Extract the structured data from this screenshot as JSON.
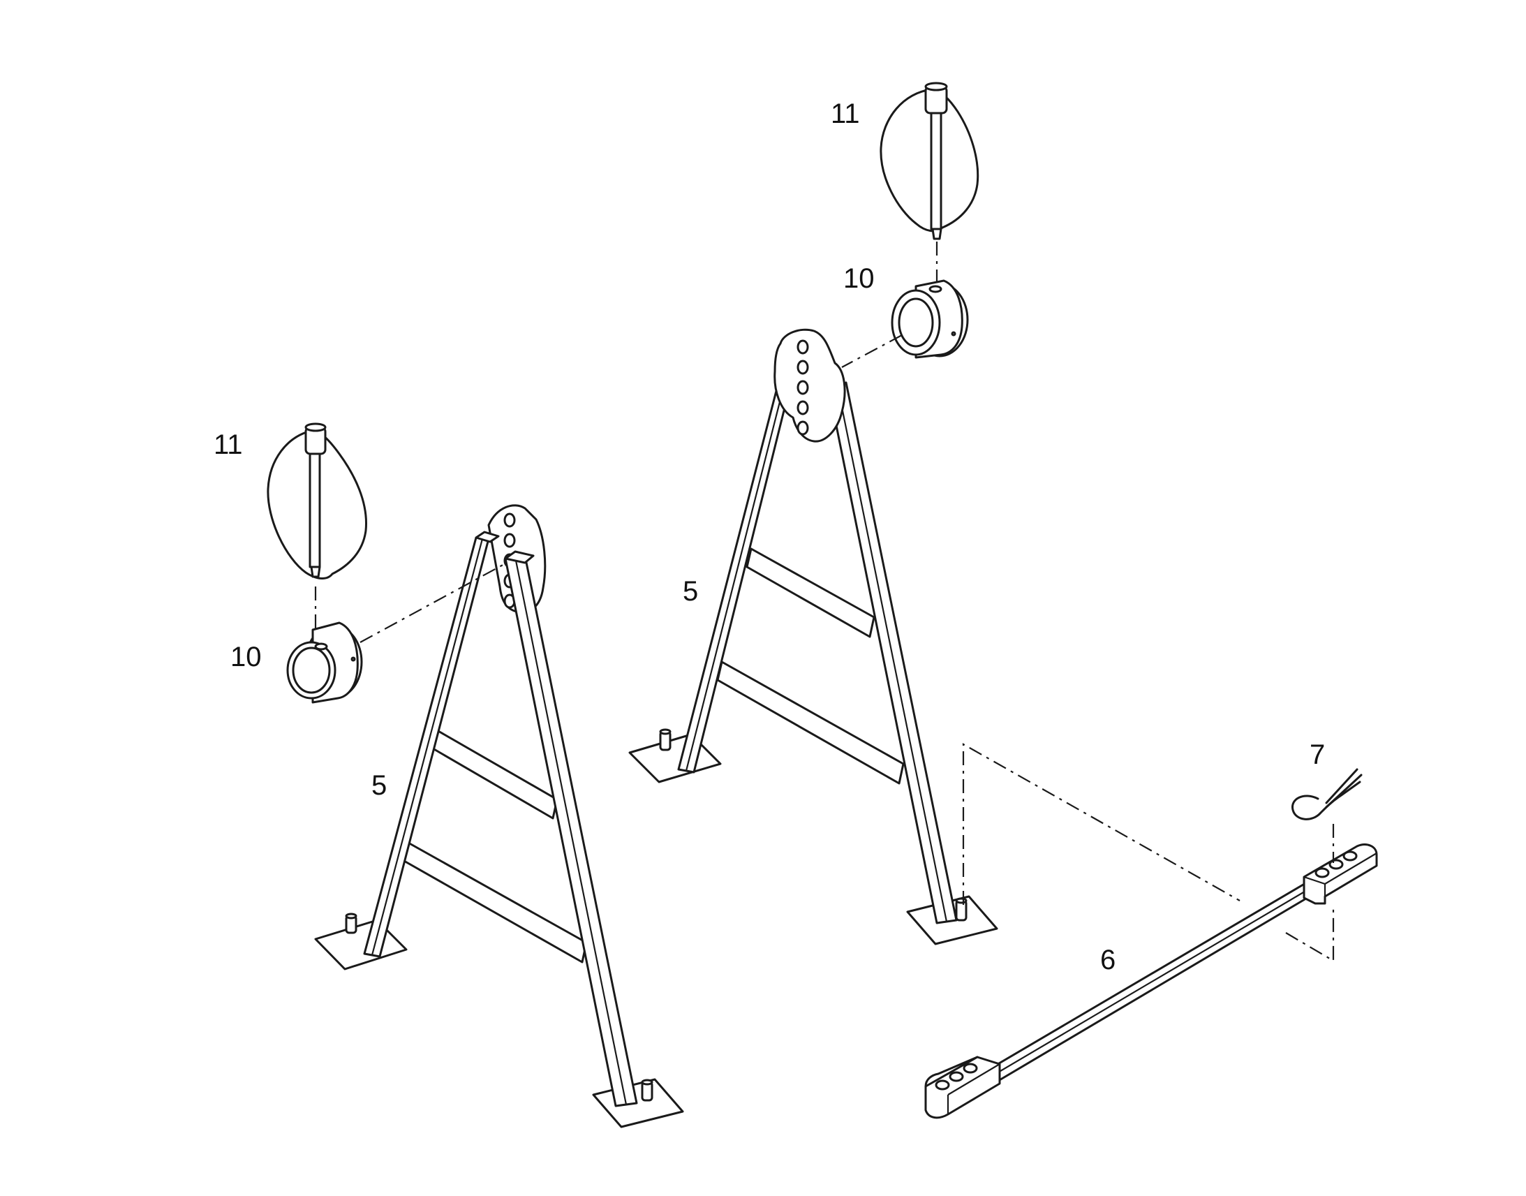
{
  "callouts": {
    "pin_left": "11",
    "pin_right": "11",
    "bush_left": "10",
    "bush_right": "10",
    "stand_left": "5",
    "stand_right": "5",
    "tie_bar": "6",
    "clip": "7"
  },
  "colors": {
    "line": "#1a1a1a",
    "background": "#ffffff"
  }
}
